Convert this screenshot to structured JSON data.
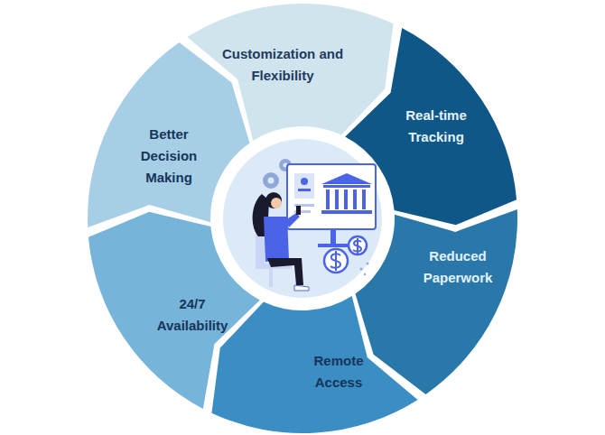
{
  "diagram": {
    "nodes": [
      {
        "text": [
          "Customization and Flexibility"
        ]
      },
      {
        "text": [
          "Real-time Tracking"
        ]
      },
      {
        "text": [
          "Reduced Paperwork"
        ]
      },
      {
        "text": [
          "Remote Access"
        ]
      },
      {
        "text": [
          "24/7 Availability"
        ]
      },
      {
        "text": [
          "Better Decision Making"
        ]
      }
    ]
  }
}
